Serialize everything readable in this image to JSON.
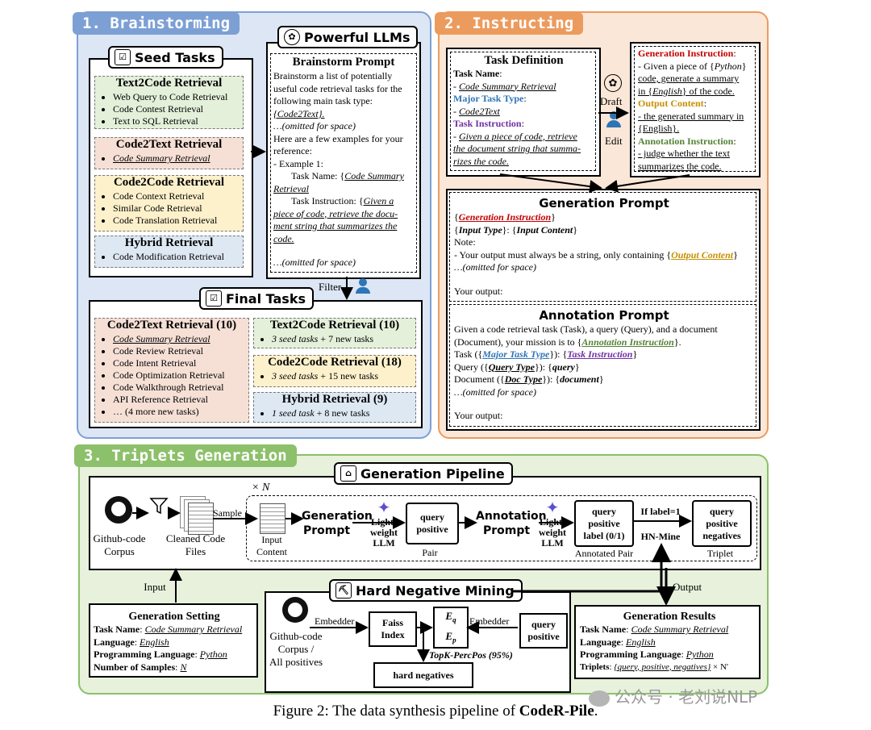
{
  "caption": "Figure 2: The data synthesis pipeline of ",
  "caption_bold": "CodeR-Pile",
  "caption_end": ".",
  "watermark": "公众号 · 老刘说NLP",
  "section1": {
    "tag": "1. Brainstorming",
    "seed_title": "Seed Tasks",
    "t2c": {
      "title": "Text2Code Retrieval",
      "items": [
        "Web Query to Code Retrieval",
        "Code Contest Retrieval",
        "Text to SQL Retrieval"
      ]
    },
    "c2t": {
      "title": "Code2Text Retrieval",
      "items": [
        "Code Summary Retrieval"
      ]
    },
    "c2c": {
      "title": "Code2Code Retrieval",
      "items": [
        "Code Context Retrieval",
        "Similar Code Retrieval",
        "Code Translation Retrieval"
      ]
    },
    "hyb": {
      "title": "Hybrid Retrieval",
      "items": [
        "Code Modification Retrieval"
      ]
    },
    "llm_title": "Powerful LLMs",
    "bp_title": "Brainstorm Prompt",
    "bp_l1": "Brainstorm a list of potentially",
    "bp_l2": "useful code retrieval tasks for the",
    "bp_l3": "following main task type:",
    "bp_l4": "{Code2Text}.",
    "bp_l5": "…(omitted for space)",
    "bp_l6": "Here are a few examples for your",
    "bp_l7": "reference:",
    "bp_l8": "- Example 1:",
    "bp_l9a": "Task Name: {",
    "bp_l9b": "Code Summary",
    "bp_l10": "Retrieval",
    "bp_l11a": "Task Instruction: {",
    "bp_l11b": "Given a",
    "bp_l12": "piece of code, retrieve the docu-",
    "bp_l13": "ment string that summarizes the",
    "bp_l14": "code.",
    "bp_l15": "…(omitted for space)",
    "filter": "Filter",
    "final_title": "Final Tasks",
    "fc2t": {
      "title": "Code2Text Retrieval (10)",
      "items": [
        "Code Summary Retrieval",
        "Code Review Retrieval",
        "Code Intent Retrieval",
        "Code Optimization Retrieval",
        "Code Walkthrough Retrieval",
        "API Reference Retrieval",
        "… (4 more new tasks)"
      ]
    },
    "ft2c": {
      "title": "Text2Code Retrieval (10)",
      "note_i": "3 seed tasks",
      "note": " + 7 new tasks"
    },
    "fc2c": {
      "title": "Code2Code Retrieval (18)",
      "note_i": "3 seed tasks",
      "note": " + 15 new tasks"
    },
    "fhyb": {
      "title": "Hybrid Retrieval (9)",
      "note_i": "1 seed task",
      "note": " + 8 new tasks"
    }
  },
  "section2": {
    "tag": "2. Instructing",
    "td_title": "Task Definition",
    "td_name": "Task Name",
    "td_name_v": "Code Summary Retrieval",
    "td_major": "Major Task Type",
    "td_major_v": "Code2Text",
    "td_instr": "Task Instruction",
    "td_instr_v1": "Given a piece of code, retrieve",
    "td_instr_v2": "the document string that summa-",
    "td_instr_v3": "rizes the code.",
    "draft": "Draft",
    "edit": "Edit",
    "gi_title": "Generation Instruction",
    "gi_1": "- Given a piece of {",
    "gi_1b": "Python",
    "gi_1c": "}",
    "gi_2": "code, generate a summary",
    "gi_3a": "in {",
    "gi_3b": "English",
    "gi_3c": "} of the code.",
    "oc_title": "Output Content",
    "oc_1": "- the generated summary in",
    "oc_2": "{English}.",
    "ai_title": "Annotation Instruction",
    "ai_1": "- judge whether the text",
    "ai_2": "summarizes the code.",
    "gp_title": "Generation Prompt",
    "gp_1": "Generation Instruction",
    "gp_2a": "Input Type",
    "gp_2b": "Input Content",
    "gp_3": "Note:",
    "gp_4": "- Your output must always be a string, only containing {",
    "gp_4b": "Output Content",
    "gp_5": "…(omitted for space)",
    "gp_6": "Your output:",
    "ap_title": "Annotation Prompt",
    "ap_1": "Given a code retrieval task (Task), a query (Query), and a document",
    "ap_2": "(Document), your mission is to {",
    "ap_2b": "Annotation Instruction",
    "ap_3a": "Task ({",
    "ap_3b": "Major Task Type",
    "ap_3c": "}): {",
    "ap_3d": "Task Instruction",
    "ap_4a": "Query ({",
    "ap_4b": "Query Type",
    "ap_4c": "query",
    "ap_5a": "Document ({",
    "ap_5b": "Doc Type",
    "ap_5c": "document",
    "ap_6": "…(omitted for space)",
    "ap_7": "Your output:"
  },
  "section3": {
    "tag": "3. Triplets Generation",
    "pipeline_title": "Generation Pipeline",
    "times_n": "× N",
    "github": "Github-code\nCorpus",
    "cleaned": "Cleaned Code\nFiles",
    "sample": "Sample",
    "input_content": "Input\nContent",
    "gen_prompt": "Generation\nPrompt",
    "llm": "Light-\nweight\nLLM",
    "pair_box": "query\npositive",
    "pair": "Pair",
    "ann_prompt": "Annotation\nPrompt",
    "ann_box": "query\npositive\nlabel (0/1)",
    "ann_pair": "Annotated Pair",
    "if_label": "If label=1",
    "hn_mine": "HN-Mine",
    "trip_box": "query\npositive\nnegatives",
    "triplet": "Triplet",
    "input": "Input",
    "output": "Output",
    "gs_title": "Generation Setting",
    "gs_task": "Task Name",
    "gs_task_v": "Code Summary Retrieval",
    "gs_lang": "Language",
    "gs_lang_v": "English",
    "gs_pl": "Programming Language",
    "gs_pl_v": "Python",
    "gs_ns": "Number of Samples",
    "gs_ns_v": "N",
    "hnm_title": "Hard Negative Mining",
    "hnm_corpus": "Github-code\nCorpus /\nAll positives",
    "embedder": "Embedder",
    "faiss": "Faiss\nIndex",
    "eq": "E",
    "qp": "query\npositive",
    "topk": "TopK-PercPos (95%)",
    "hard_neg": "hard negatives",
    "gr_title": "Generation Results",
    "gr_task": "Task Name",
    "gr_task_v": "Code Summary Retrieval",
    "gr_lang": "Language",
    "gr_lang_v": "English",
    "gr_pl": "Programming Language",
    "gr_pl_v": "Python",
    "gr_trip": "Triplets",
    "gr_trip_v": "{query, positive, negatives}",
    "gr_trip_n": " × N′"
  },
  "colors": {
    "panel1": "#dce6f4",
    "panel1_border": "#7da0d4",
    "panel2": "#fbe7d8",
    "panel2_border": "#ec9b5e",
    "panel3": "#e7f1dc",
    "panel3_border": "#8cc06a"
  }
}
